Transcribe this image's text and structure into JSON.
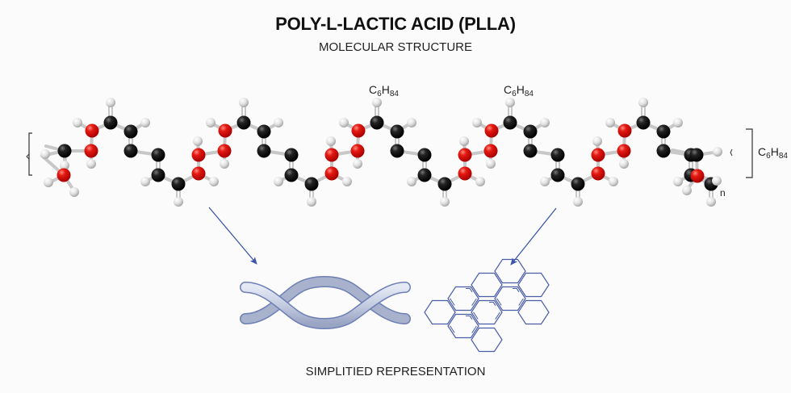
{
  "title": "POLY-L-LACTIC ACID (PLLA)",
  "subtitle": "MOLECULAR STRUCTURE",
  "caption": "SIMPLITIED REPRESENTATION",
  "formula_labels": [
    {
      "id": "top-1",
      "element1": "C",
      "sub1": "6",
      "element2": "H",
      "sub2": "84"
    },
    {
      "id": "top-2",
      "element1": "C",
      "sub1": "6",
      "element2": "H",
      "sub2": "84"
    },
    {
      "id": "right",
      "element1": "C",
      "sub1": "6",
      "element2": "H",
      "sub2": "84"
    }
  ],
  "repeat_index": "n",
  "repeat_units": 5,
  "atom_legend": {
    "carbon": {
      "color": "#1a1a1a"
    },
    "oxygen": {
      "color": "#e01010"
    },
    "hydrogen": {
      "color": "#e6e6e6"
    }
  },
  "bond_color": "#c8c8c8",
  "arrow_color": "#3a55a8",
  "representations": [
    {
      "name": "twisted-strands",
      "label": ""
    },
    {
      "name": "hexagonal-lattice",
      "label": ""
    }
  ],
  "icons": {
    "left-bracket": "[",
    "right-bracket": "]"
  }
}
